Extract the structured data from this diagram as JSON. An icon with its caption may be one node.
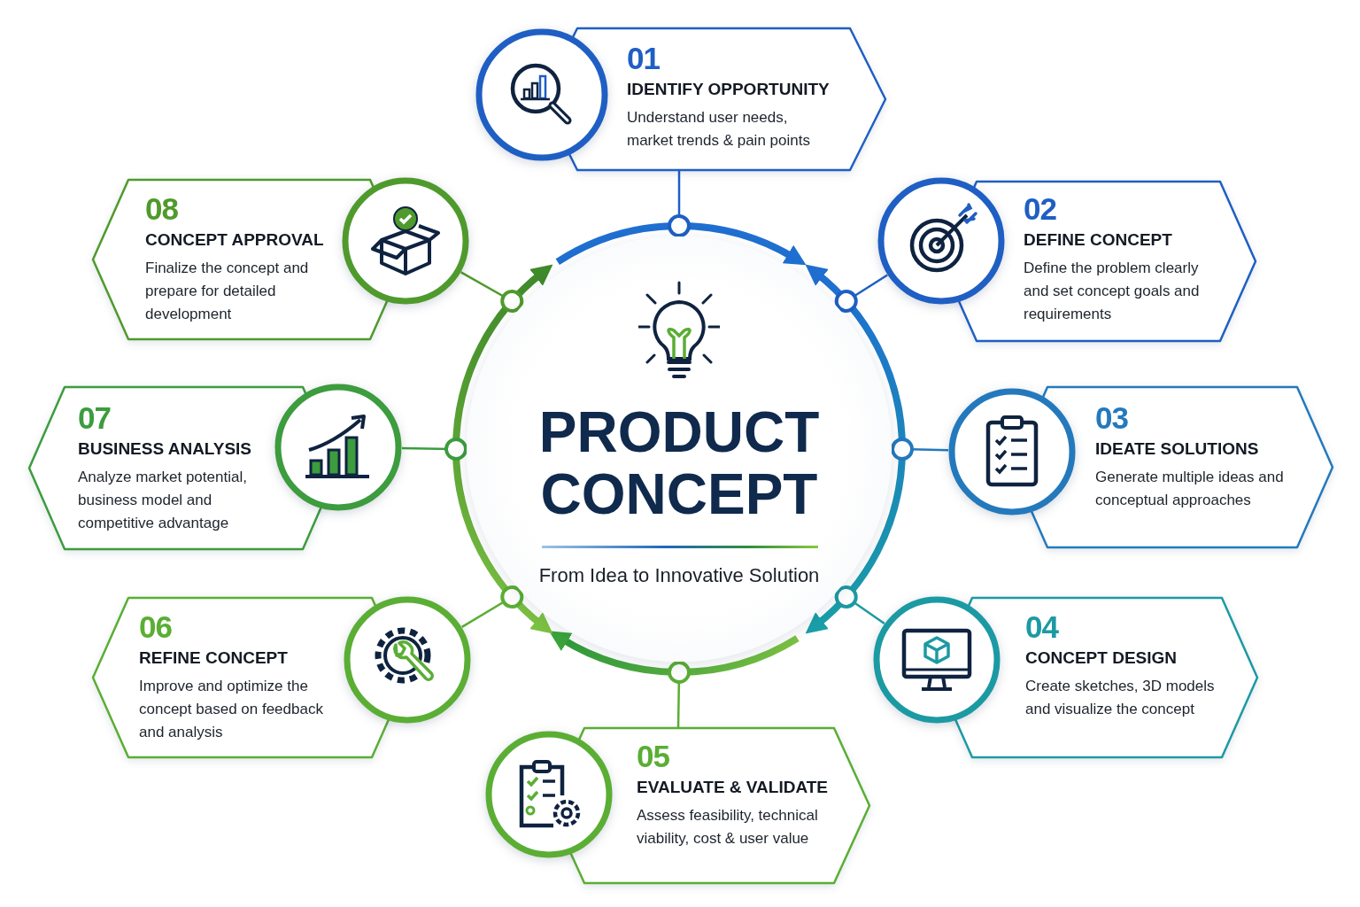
{
  "diagram": {
    "nodes": [
      {
        "text": [
          "PRODUCT CONCEPT",
          "From Idea to Innovative Solution"
        ]
      },
      {
        "text": [
          "01",
          "IDENTIFY OPPORTUNITY",
          "Understand user needs, market trends & pain points"
        ]
      },
      {
        "text": [
          "02",
          "DEFINE CONCEPT",
          "Define the problem clearly and set concept goals and requirements"
        ]
      },
      {
        "text": [
          "03",
          "IDEATE SOLUTIONS",
          "Generate multiple ideas and conceptual approaches"
        ]
      },
      {
        "text": [
          "04",
          "CONCEPT DESIGN",
          "Create sketches, 3D models and visualize the concept"
        ]
      },
      {
        "text": [
          "05",
          "EVALUATE & VALIDATE",
          "Assess feasibility, technical viability, cost & user value"
        ]
      },
      {
        "text": [
          "06",
          "REFINE CONCEPT",
          "Improve and optimize the concept based on feedback and analysis"
        ]
      },
      {
        "text": [
          "07",
          "BUSINESS ANALYSIS",
          "Analyze market potential, business model and competitive advantage"
        ]
      },
      {
        "text": [
          "08",
          "CONCEPT APPROVAL",
          "Finalize the concept and prepare for detailed development"
        ]
      }
    ],
    "edges": [
      {
        "from": 1,
        "to": 0,
        "arrow": "other",
        "color": "#1f5fc4"
      },
      {
        "from": 2,
        "to": 0,
        "arrow": "other",
        "color": "#1f5fc4"
      },
      {
        "from": 3,
        "to": 0,
        "arrow": "other",
        "color": "#2479bd"
      },
      {
        "from": 4,
        "to": 0,
        "arrow": "other",
        "color": "#1c9aa3"
      },
      {
        "from": 5,
        "to": 0,
        "arrow": "other",
        "color": "#5aae34"
      },
      {
        "from": 6,
        "to": 0,
        "arrow": "other",
        "color": "#5aae34"
      },
      {
        "from": 7,
        "to": 0,
        "arrow": "other",
        "color": "#3c9c3e"
      },
      {
        "from": 8,
        "to": 0,
        "arrow": "other",
        "color": "#4f9a2c"
      }
    ]
  }
}
